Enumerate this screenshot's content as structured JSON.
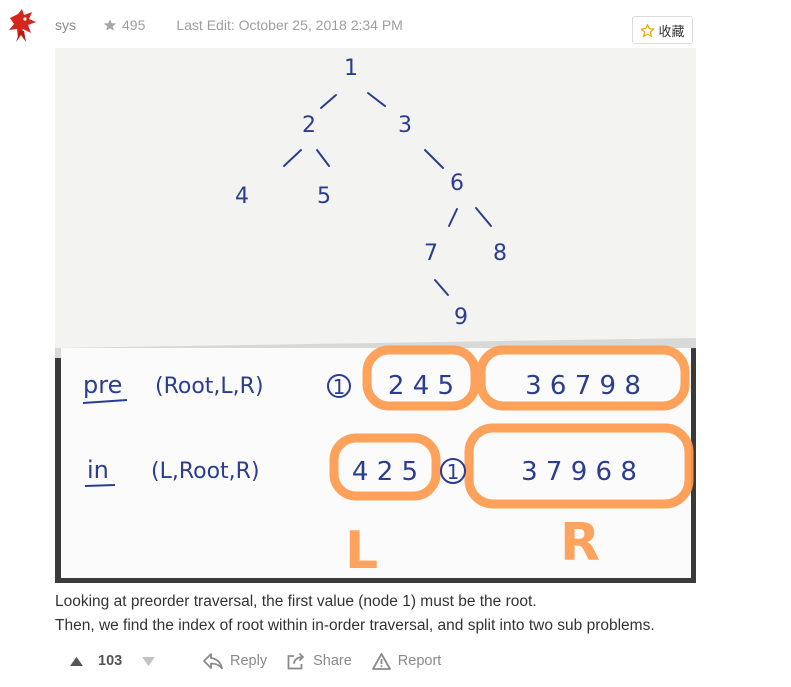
{
  "post": {
    "author": "sys",
    "reputation": "495",
    "last_edit": "Last Edit: October 25, 2018 2:34 PM",
    "favorite_label": "收藏"
  },
  "figure": {
    "tree_nodes": [
      "1",
      "2",
      "3",
      "4",
      "5",
      "6",
      "7",
      "8",
      "9"
    ],
    "pre_label": "pre",
    "pre_order": "(Root,L,R)",
    "pre_root": "1",
    "pre_left": "2 4 5",
    "pre_right": "3 6 7 9 8",
    "in_label": "in",
    "in_order": "(L,Root,R)",
    "in_left": "4 2 5",
    "in_root": "1",
    "in_right": "3 7 9 6 8",
    "left_mark": "L",
    "right_mark": "R"
  },
  "description": {
    "line1": "Looking at preorder traversal, the first value (node 1) must be the root.",
    "line2": "Then, we find the index of root within in-order traversal, and split into two sub problems."
  },
  "actions": {
    "vote_count": "103",
    "reply": "Reply",
    "share": "Share",
    "report": "Report"
  },
  "colors": {
    "ink": "#2a3d8f",
    "highlight": "#ff9a4d",
    "avatar": "#d6261b"
  }
}
